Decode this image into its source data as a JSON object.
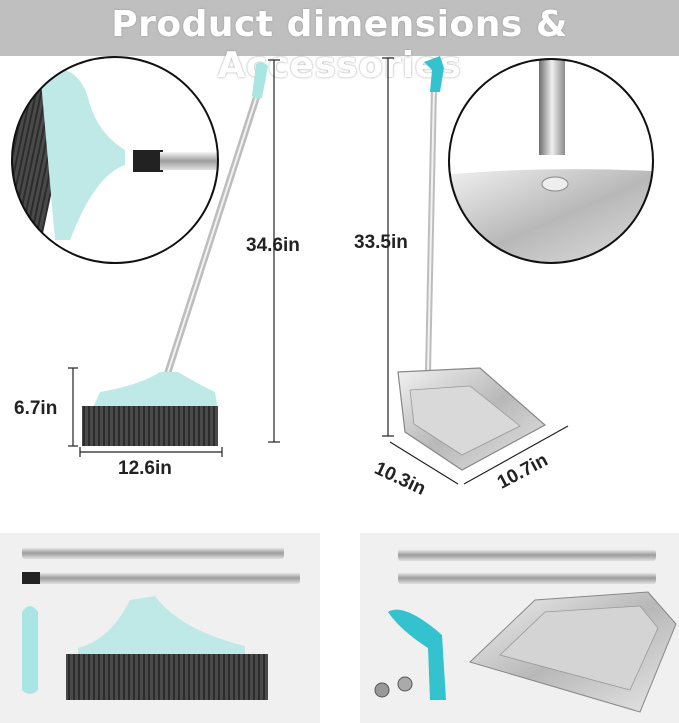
{
  "banner": {
    "title": "Product dimensions & Accessories"
  },
  "broom": {
    "handle_length": "34.6in",
    "head_height": "6.7in",
    "head_width": "12.6in"
  },
  "dustpan": {
    "handle_length": "33.5in",
    "pan_depth": "10.3in",
    "pan_width": "10.7in"
  },
  "colors": {
    "accent": "#a9e6e3",
    "clip": "#35c2cf",
    "bristle": "#3b3b3b",
    "steel": "#c9c9c9",
    "banner": "#bfbfbf"
  }
}
